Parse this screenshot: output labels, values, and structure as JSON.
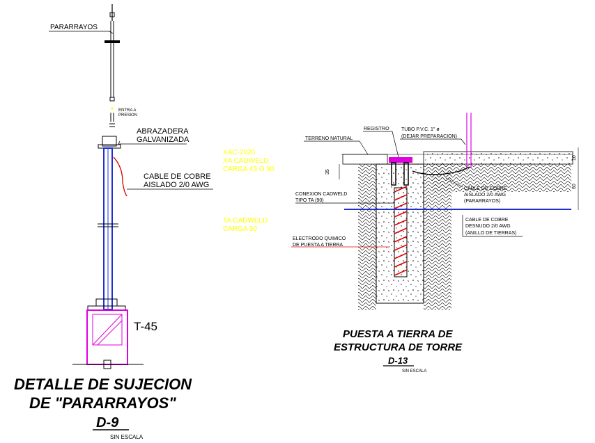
{
  "left_detail": {
    "labels": {
      "pararrayos": "PARARRAYOS",
      "entra_a_1": "ENTRA A",
      "entra_a_2": "PRESION",
      "abrazadera_1": "ABRAZADERA",
      "abrazadera_2": "GALVANIZADA",
      "cable_1": "CABLE DE COBRE",
      "cable_2": "AISLADO 2/0 AWG",
      "tower": "T-45"
    },
    "title_line1": "DETALLE DE SUJECION",
    "title_line2": "DE \"PARARRAYOS\"",
    "code": "D-9",
    "scale": "SIN ESCALA"
  },
  "middle_notes": {
    "line1": "XAC-2020",
    "line2": "XA CADWELD",
    "line3": "CARGA 45 O 90",
    "line4": "TA CADWELD",
    "line5": "CARGA 90"
  },
  "right_detail": {
    "labels": {
      "registro": "REGISTRO",
      "tubo_1": "TUBO P.V.C. 1\" ø",
      "tubo_2": "(DEJAR PREPARACION)",
      "terreno": "TERRENO NATURAL",
      "conexion_1": "CONEXION CADWELD",
      "conexion_2": "TIPO TA (90)",
      "electrodo_1": "ELECTRODO QUIMICO",
      "electrodo_2": "DE PUESTA A TIERRA",
      "cable_a_1": "CABLE DE COBRE",
      "cable_a_2": "AISLADO 2/0 AWG",
      "cable_a_3": "(PARARRAYOS)",
      "cable_b_1": "CABLE DE COBRE",
      "cable_b_2": "DESNUDO 2/0 AWG",
      "cable_b_3": "(ANILLO DE TIERRAS)",
      "dim_35": "35",
      "dim_10": "10",
      "dim_60": "60"
    },
    "title_line1": "PUESTA A TIERRA DE",
    "title_line2": "ESTRUCTURA DE TORRE",
    "code": "D-13",
    "scale": "SIN ESCALA"
  },
  "colors": {
    "blue": "#1f2fd8",
    "magenta": "#e000e0",
    "red": "#e00000",
    "yellow": "#ffff00"
  }
}
